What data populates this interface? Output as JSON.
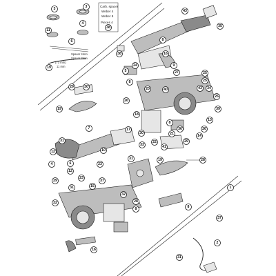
{
  "diagram": {
    "inset_box": {
      "line1": "Carb. spacer",
      "line2": "Weber 4",
      "line3": "Weber 8",
      "count_label": "Pieces 4",
      "symbol_caption": "①",
      "spacer_note_line1": "Spacer 4mm",
      "spacer_note_line2": "Spacer 3mm",
      "spacer_note_line3": "(73 mm)",
      "spacer_note_line4": "11 mm"
    },
    "callouts": [
      {
        "label": "3"
      },
      {
        "label": "3"
      },
      {
        "label": "11"
      },
      {
        "label": "4"
      },
      {
        "label": "6"
      },
      {
        "label": "19"
      },
      {
        "label": "38"
      },
      {
        "label": "43"
      },
      {
        "label": "8"
      },
      {
        "label": "35"
      },
      {
        "label": "38"
      },
      {
        "label": "16"
      },
      {
        "label": "24"
      },
      {
        "label": "5"
      },
      {
        "label": "9"
      },
      {
        "label": "27"
      },
      {
        "label": "25"
      },
      {
        "label": "25"
      },
      {
        "label": "8"
      },
      {
        "label": "40"
      },
      {
        "label": "43"
      },
      {
        "label": "34"
      },
      {
        "label": "29"
      },
      {
        "label": "30"
      },
      {
        "label": "20"
      },
      {
        "label": "26"
      },
      {
        "label": "19"
      },
      {
        "label": "26"
      },
      {
        "label": "18"
      },
      {
        "label": "39"
      },
      {
        "label": "13"
      },
      {
        "label": "8"
      },
      {
        "label": "26"
      },
      {
        "label": "30"
      },
      {
        "label": "21"
      },
      {
        "label": "7"
      },
      {
        "label": "17"
      },
      {
        "label": "36"
      },
      {
        "label": "31"
      },
      {
        "label": "22"
      },
      {
        "label": "33"
      },
      {
        "label": "41"
      },
      {
        "label": "29"
      },
      {
        "label": "12"
      },
      {
        "label": "14"
      },
      {
        "label": "10"
      },
      {
        "label": "31"
      },
      {
        "label": "19"
      },
      {
        "label": "28"
      },
      {
        "label": "4"
      },
      {
        "label": "6"
      },
      {
        "label": "12"
      },
      {
        "label": "23"
      },
      {
        "label": "29"
      },
      {
        "label": "23"
      },
      {
        "label": "15"
      },
      {
        "label": "37"
      },
      {
        "label": "31"
      },
      {
        "label": "32"
      },
      {
        "label": "1"
      },
      {
        "label": "22"
      },
      {
        "label": "28"
      },
      {
        "label": "8"
      },
      {
        "label": "8"
      },
      {
        "label": "37"
      },
      {
        "label": "16"
      },
      {
        "label": "31"
      },
      {
        "label": "2"
      }
    ]
  }
}
